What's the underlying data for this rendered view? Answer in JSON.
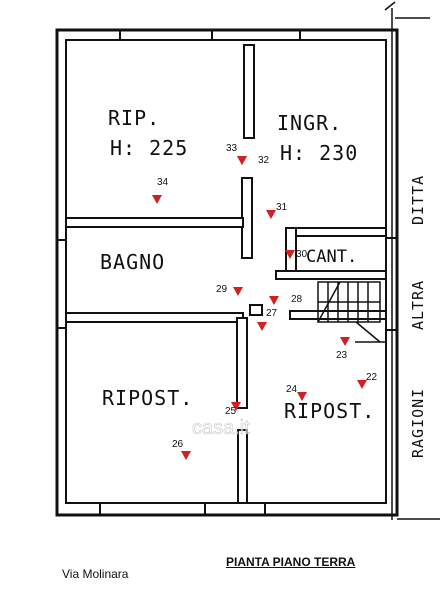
{
  "rooms": {
    "rip_name": "RIP.",
    "rip_height": "H: 225",
    "ingr_name": "INGR.",
    "ingr_height": "H: 230",
    "bagno": "BAGNO",
    "cant": "CANT.",
    "ripost_left": "RIPOST.",
    "ripost_right": "RIPOST."
  },
  "side_labels": {
    "ditta": "DITTA",
    "altra": "ALTRA",
    "ragioni": "RAGIONI"
  },
  "markers": [
    "33",
    "32",
    "34",
    "31",
    "30",
    "29",
    "28",
    "27",
    "23",
    "22",
    "24",
    "25",
    "26"
  ],
  "footer": {
    "street": "Via Molinara",
    "title": "PIANTA PIANO TERRA"
  },
  "watermark": "casa.it"
}
